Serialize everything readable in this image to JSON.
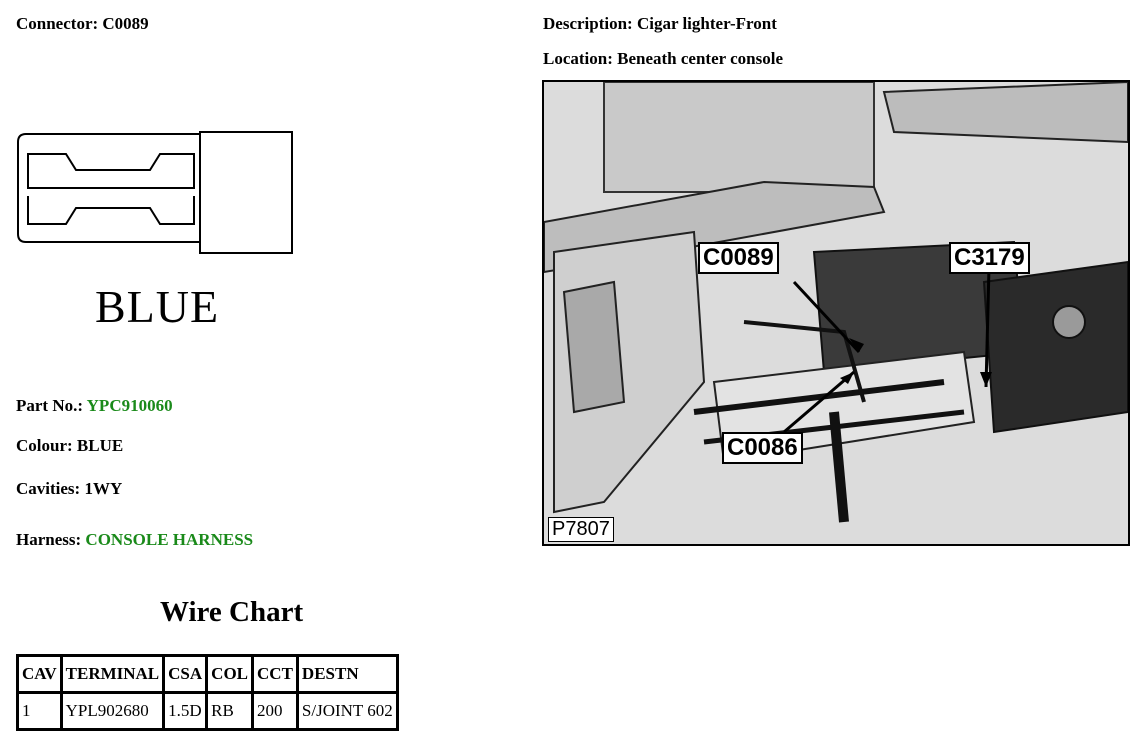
{
  "header": {
    "connector_label": "Connector:",
    "connector_value": "C0089",
    "description_label": "Description:",
    "description_value": "Cigar lighter-Front",
    "location_label": "Location:",
    "location_value": "Beneath center console"
  },
  "diagram": {
    "colour_caption": "BLUE"
  },
  "details": {
    "part_label": "Part No.:",
    "part_value": "YPC910060",
    "colour_label": "Colour:",
    "colour_value": "BLUE",
    "cavities_label": "Cavities:",
    "cavities_value": "1WY",
    "harness_label": "Harness:",
    "harness_value": "CONSOLE HARNESS"
  },
  "wire_chart": {
    "title": "Wire Chart",
    "columns": [
      "CAV",
      "TERMINAL",
      "CSA",
      "COL",
      "CCT",
      "DESTN"
    ],
    "rows": [
      [
        "1",
        "YPL902680",
        "1.5D",
        "RB",
        "200",
        "S/JOINT 602"
      ]
    ]
  },
  "photo": {
    "callouts": [
      "C0089",
      "C3179",
      "C0086"
    ],
    "plate_number": "P7807"
  },
  "colors": {
    "green_value": "#1a8a1a"
  }
}
